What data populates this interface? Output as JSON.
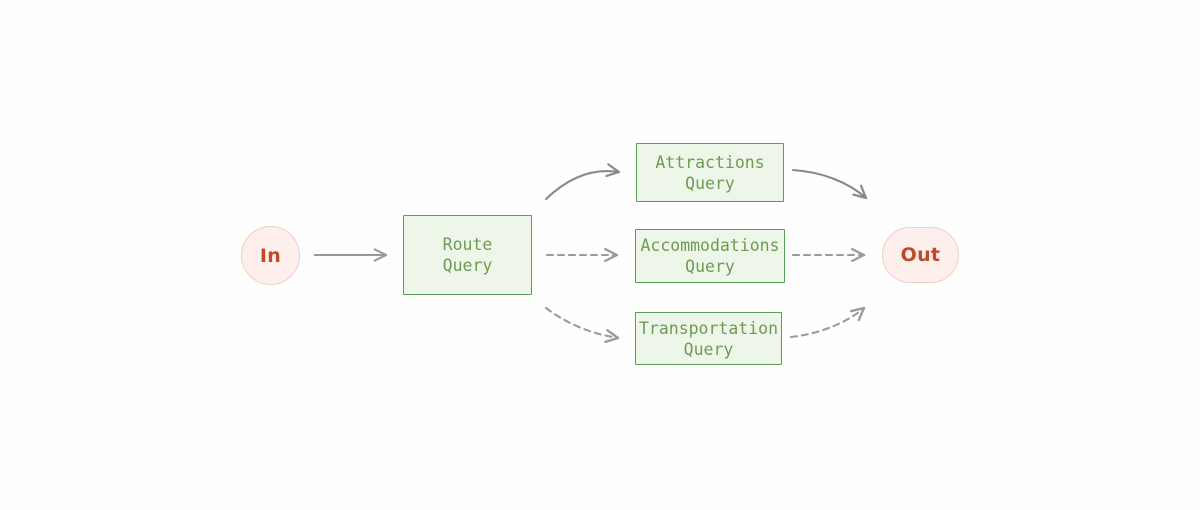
{
  "diagram": {
    "type": "flowchart",
    "orientation": "left-to-right",
    "background_color": "#fefefe",
    "nodes": [
      {
        "id": "in",
        "label": "In",
        "shape": "circle",
        "role": "start-terminal",
        "fill": "#fdf0ec",
        "stroke": "#efcfc2",
        "text_color": "#c0492b"
      },
      {
        "id": "route",
        "label": "Route\nQuery",
        "shape": "rectangle",
        "role": "process",
        "fill": "#eef6ea",
        "stroke": "#58a058",
        "text_color": "#6f9b54"
      },
      {
        "id": "attractions",
        "label": "Attractions\nQuery",
        "shape": "rectangle",
        "role": "process",
        "fill": "#eef6ea",
        "stroke": "#58a058",
        "text_color": "#6f9b54"
      },
      {
        "id": "accommodations",
        "label": "Accommodations\nQuery",
        "shape": "rectangle",
        "role": "process",
        "fill": "#eef6ea",
        "stroke": "#58a058",
        "text_color": "#6f9b54"
      },
      {
        "id": "transportation",
        "label": "Transportation\nQuery",
        "shape": "rectangle",
        "role": "process",
        "fill": "#eef6ea",
        "stroke": "#58a058",
        "text_color": "#6f9b54"
      },
      {
        "id": "out",
        "label": "Out",
        "shape": "stadium",
        "role": "end-terminal",
        "fill": "#fdf0ec",
        "stroke": "#efcfc2",
        "text_color": "#c0492b"
      }
    ],
    "edges": [
      {
        "id": "in-to-route",
        "from": "in",
        "to": "route",
        "style": "solid",
        "color": "#989898",
        "label": ""
      },
      {
        "id": "route-to-attractions",
        "from": "route",
        "to": "attractions",
        "style": "solid",
        "color": "#898989",
        "label": ""
      },
      {
        "id": "route-to-accommodations",
        "from": "route",
        "to": "accommodations",
        "style": "dashed",
        "color": "#9a9a9a",
        "label": ""
      },
      {
        "id": "route-to-transportation",
        "from": "route",
        "to": "transportation",
        "style": "dashed",
        "color": "#9a9a9a",
        "label": ""
      },
      {
        "id": "attractions-to-out",
        "from": "attractions",
        "to": "out",
        "style": "solid",
        "color": "#898989",
        "label": ""
      },
      {
        "id": "accommodations-to-out",
        "from": "accommodations",
        "to": "out",
        "style": "dashed",
        "color": "#9a9a9a",
        "label": ""
      },
      {
        "id": "transportation-to-out",
        "from": "transportation",
        "to": "out",
        "style": "dashed",
        "color": "#9a9a9a",
        "label": ""
      }
    ]
  }
}
